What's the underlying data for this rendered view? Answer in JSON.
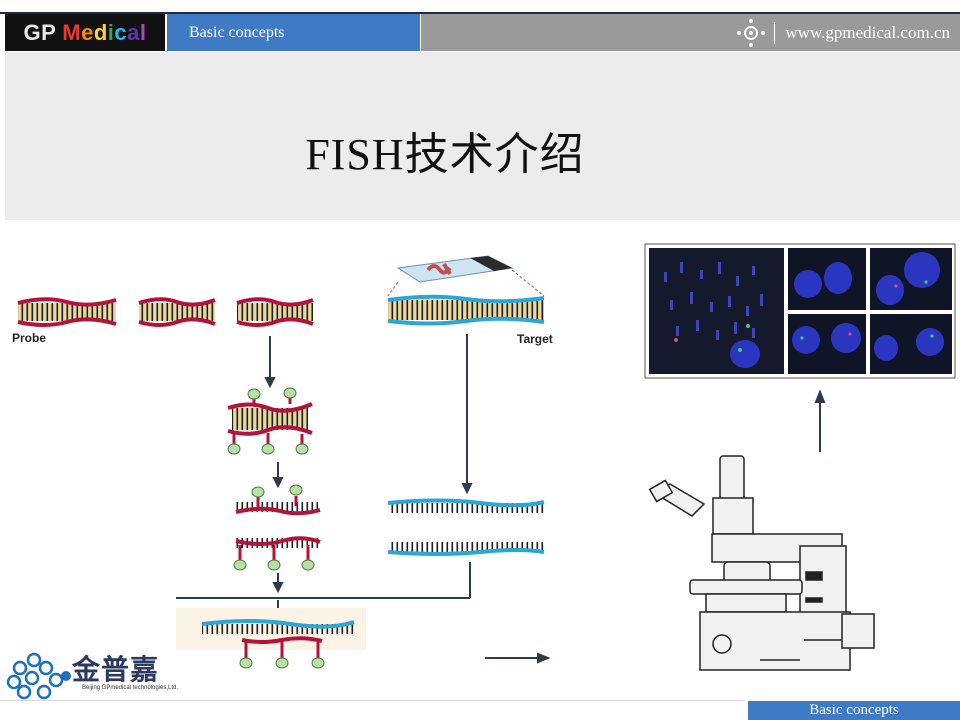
{
  "header": {
    "logo_prefix": "GP",
    "logo_letters": [
      "M",
      "e",
      "d",
      "i",
      "c",
      "a",
      "l"
    ],
    "section_tab": "Basic concepts",
    "website": "www.gpmedical.com.cn"
  },
  "slide": {
    "title": "FISH技术介绍"
  },
  "diagram": {
    "probe_label": "Probe",
    "target_label": "Target"
  },
  "brand": {
    "chinese_name": "金普嘉",
    "english_name": "Beijing GPmedical technologies,Ltd."
  },
  "footer": {
    "tab": "Basic concepts"
  },
  "colors": {
    "tab_blue": "#3f7bc4",
    "probe_red": "#b3123a",
    "target_blue": "#2aa7d6",
    "label_green": "#b9e0a8"
  }
}
